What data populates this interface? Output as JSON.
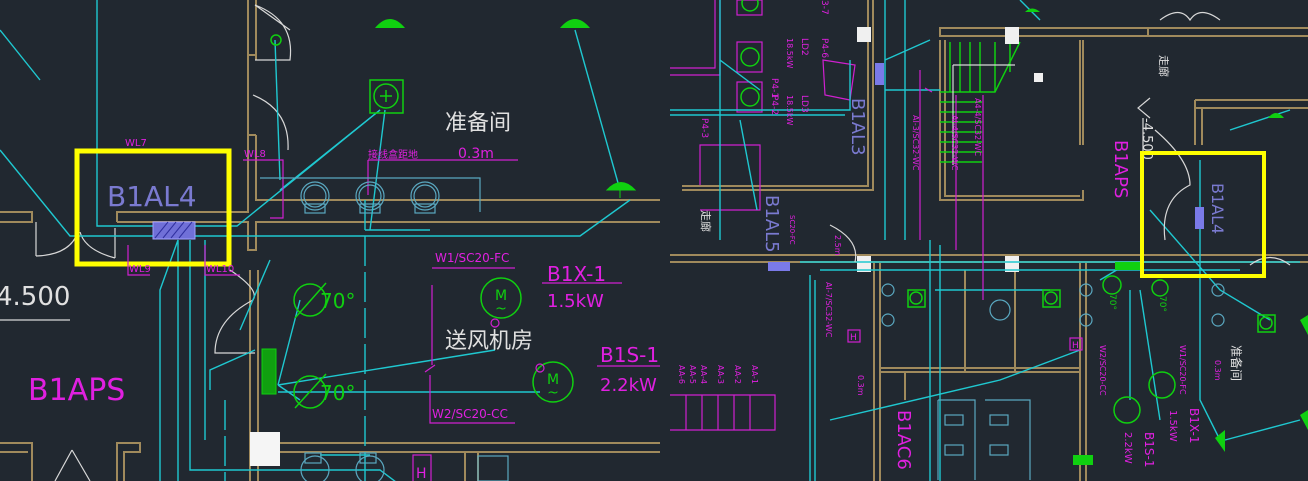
{
  "colors": {
    "background": "#212830",
    "highlight_box": "#ffff00",
    "wall": "#a08a5c",
    "wiring": "#1fc8d0",
    "annotation": "#e020e0",
    "device": "#10d010",
    "panel": "#7a7ad0"
  },
  "left_view": {
    "panel_label": "B1AL4",
    "circuits": [
      "WL7",
      "WL8",
      "WL9",
      "WL10"
    ],
    "room_prep": "准备间",
    "junction_note": "接线盒距地",
    "junction_height": "0.3m",
    "elevation": "4.500",
    "aps_label": "B1APS",
    "damper_1": "70°",
    "damper_2": "70°",
    "fan_room": "送风机房",
    "motor_symbol": "M",
    "motor_wave": "~",
    "fan_1": {
      "cable": "W1/SC20-FC",
      "id": "B1X-1",
      "power": "1.5kW"
    },
    "fan_2": {
      "cable": "W2/SC20-CC",
      "id": "B1S-1",
      "power": "2.2kW"
    },
    "equip_h": "H"
  },
  "right_view": {
    "panels": [
      "B1AL3",
      "B1AL5",
      "B1APS",
      "B1AL4",
      "B1AC6"
    ],
    "elevation": "-4.500",
    "circuits_p": [
      "P4-1",
      "P4-2",
      "P4-3",
      "P4-6",
      "3-7"
    ],
    "loads": [
      "LD2",
      "LD3"
    ],
    "power_18": "18.5kW",
    "cables": [
      "AI-3/SC32-WC",
      "AI-4/SC32-WC",
      "A4-4/SC32-WC",
      "AI-7/SC32-WC",
      "SC20-FC"
    ],
    "aa_circuits": [
      "AA-1",
      "AA-2",
      "AA-3",
      "AA-4",
      "AA-5",
      "AA-6"
    ],
    "height_note": "0.3m",
    "height_25": "2.5m",
    "fan_1": {
      "cable": "W1/SC20-FC",
      "id": "B1X-1",
      "power": "1.5kW"
    },
    "fan_2": {
      "cable": "W2/SC20-CC",
      "id": "B1S-1",
      "power": "2.2kW"
    },
    "damper": "70°",
    "equip_h": "H",
    "room_small": "走廊",
    "room_prep": "准备间"
  }
}
